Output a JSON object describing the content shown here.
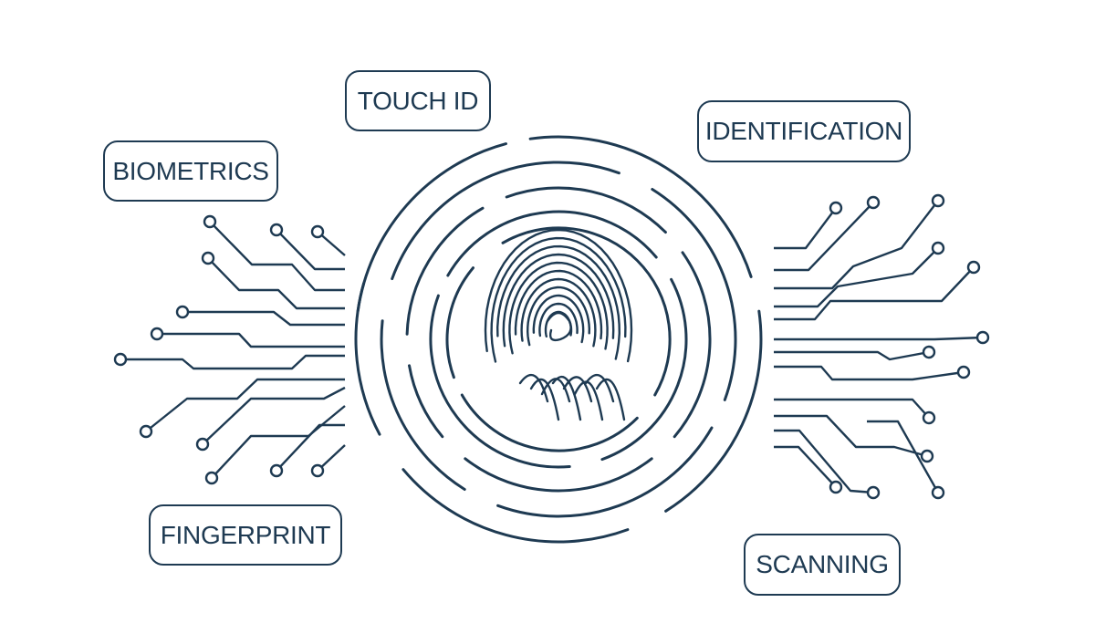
{
  "colors": {
    "ink": "#1e3a52",
    "background": "#ffffff"
  },
  "labels": {
    "touch_id": "TOUCH ID",
    "biometrics": "BIOMETRICS",
    "identification": "IDENTIFICATION",
    "fingerprint": "FINGERPRINT",
    "scanning": "SCANNING"
  },
  "icons": [
    "fingerprint-icon",
    "circuit-lines-left",
    "circuit-lines-right",
    "scan-rings"
  ]
}
